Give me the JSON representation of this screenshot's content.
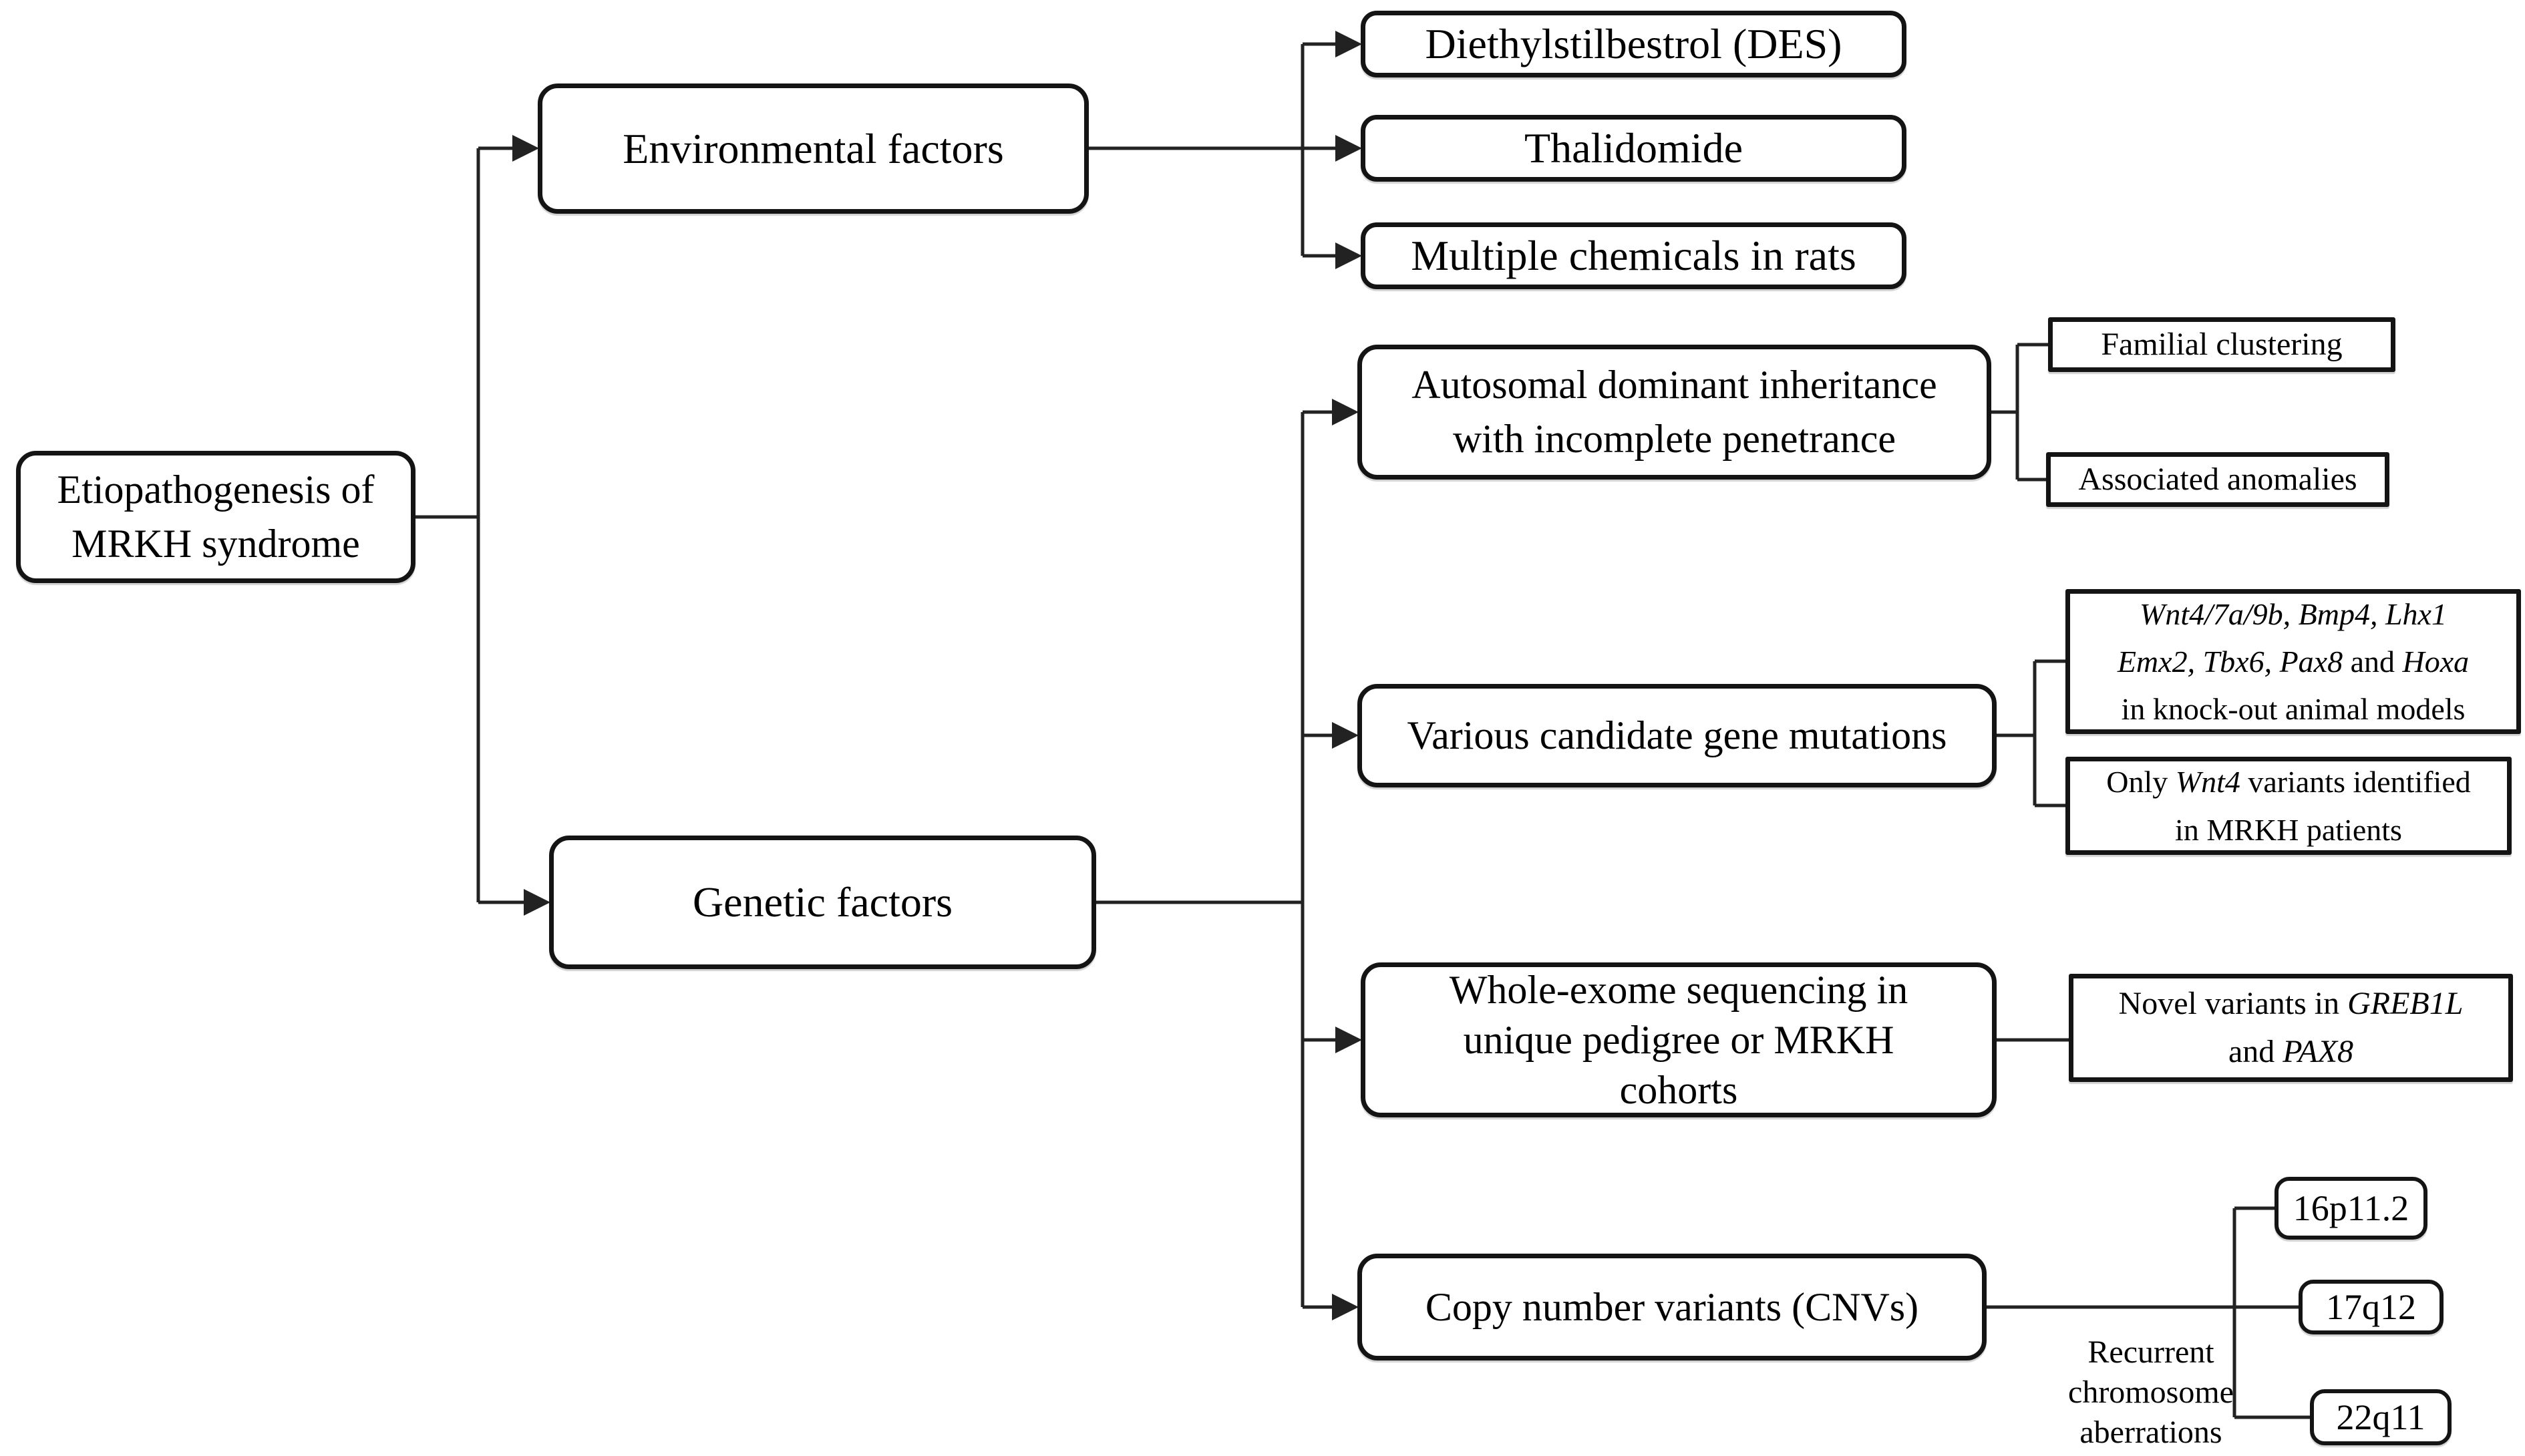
{
  "root": {
    "line1": "Etiopathogenesis of",
    "line2": "MRKH syndrome"
  },
  "environmental": {
    "label": "Environmental factors",
    "children": [
      "Diethylstilbestrol (DES)",
      "Thalidomide",
      "Multiple chemicals in rats"
    ]
  },
  "genetic": {
    "label": "Genetic factors",
    "autosomal": {
      "line1": "Autosomal dominant inheritance",
      "line2": "with incomplete penetrance",
      "evidence": [
        "Familial clustering",
        "Associated anomalies"
      ]
    },
    "candidate": {
      "label": "Various candidate gene mutations",
      "knockout": {
        "line1_genes": "Wnt4/7a/9b, Bmp4, Lhx1",
        "line2_genes": "Emx2, Tbx6, Pax8",
        "line2_and": " and ",
        "line2_gene2": "Hoxa",
        "line3": "in knock-out animal models"
      },
      "patients": {
        "line1_pre": "Only ",
        "line1_gene": "Wnt4",
        "line1_post": " variants identified",
        "line2": "in MRKH patients"
      }
    },
    "wes": {
      "line1": "Whole-exome sequencing in",
      "line2": "unique pedigree or MRKH",
      "line3": "cohorts",
      "novel": {
        "line1_pre": "Novel variants in ",
        "line1_gene": "GREB1L",
        "line2_pre": "and ",
        "line2_gene": "PAX8"
      }
    },
    "cnv": {
      "label": "Copy number variants (CNVs)",
      "loci": [
        "16p11.2",
        "17q12",
        "22q11"
      ],
      "note_line1": "Recurrent",
      "note_line2": "chromosome",
      "note_line3": "aberrations"
    }
  },
  "colors": {
    "background": "#ffffff",
    "text": "#000000",
    "line": "#222222",
    "border": "#141414"
  }
}
